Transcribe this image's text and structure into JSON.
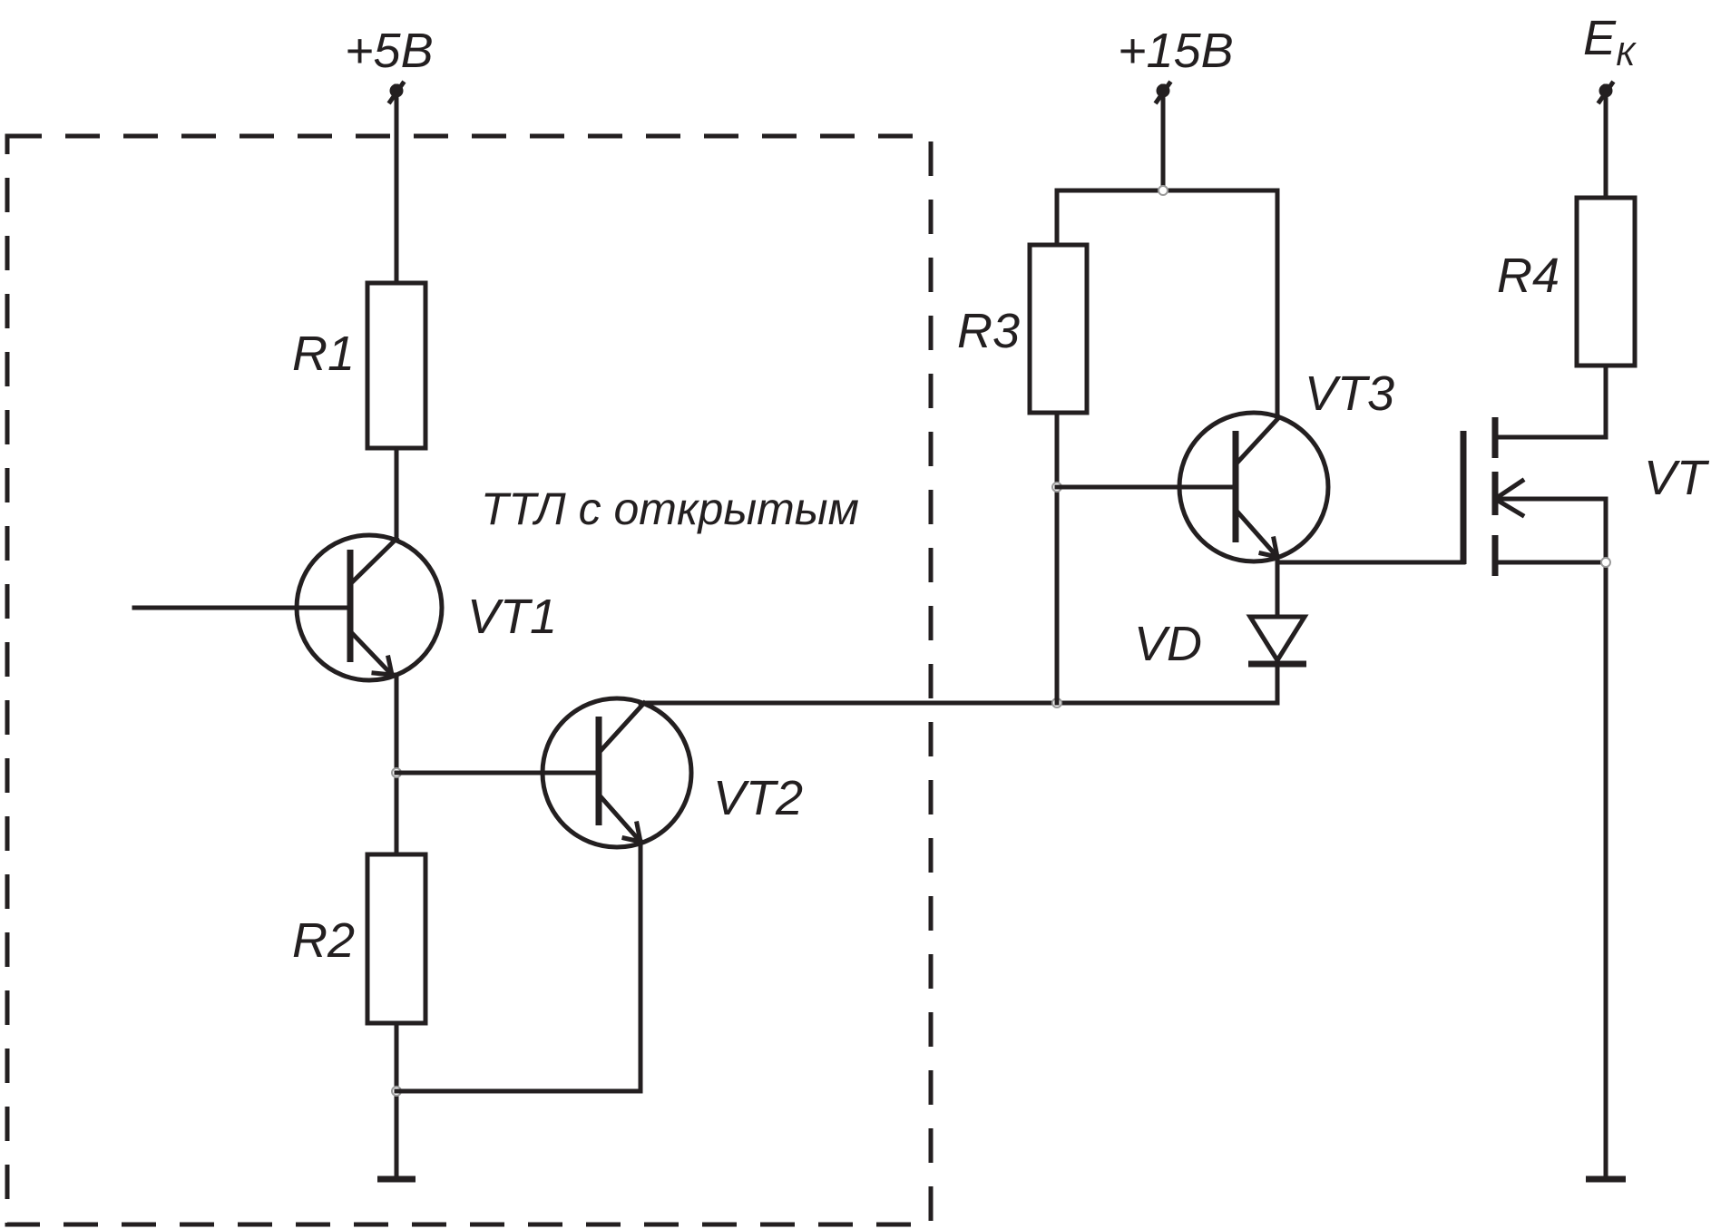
{
  "diagram": {
    "supplies": {
      "v5": "+5В",
      "v15": "+15В",
      "ek_main": "E",
      "ek_sub": "К"
    },
    "components": {
      "r1": "R1",
      "r2": "R2",
      "r3": "R3",
      "r4": "R4",
      "vt1": "VT1",
      "vt2": "VT2",
      "vt3": "VT3",
      "vt": "VT",
      "vd": "VD"
    },
    "ttl_block_label": "ТТЛ с открытым"
  }
}
